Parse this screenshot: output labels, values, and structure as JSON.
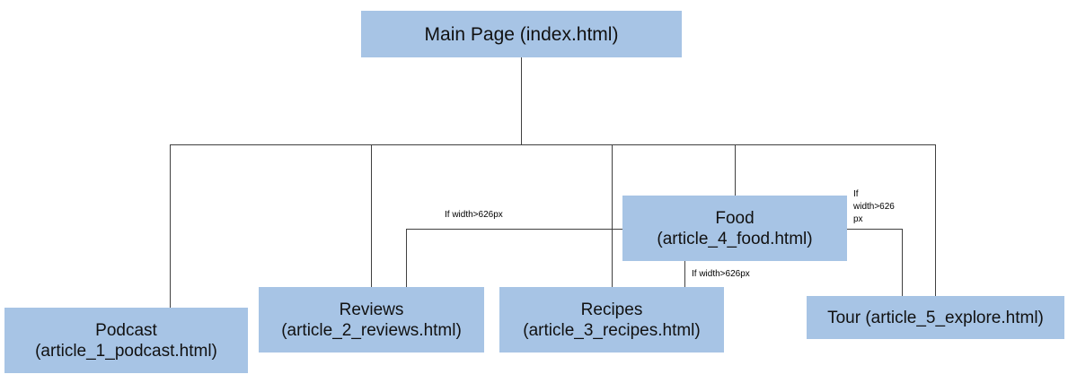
{
  "colors": {
    "node_fill": "#a7c4e5",
    "connector": "#404040",
    "text": "#111111"
  },
  "nodes": {
    "main": {
      "label": "Main Page (index.html)"
    },
    "podcast": {
      "title": "Podcast",
      "file": "(article_1_podcast.html)"
    },
    "reviews": {
      "title": "Reviews",
      "file": "(article_2_reviews.html)"
    },
    "recipes": {
      "title": "Recipes",
      "file": "(article_3_recipes.html)"
    },
    "food": {
      "title": "Food",
      "file": "(article_4_food.html)"
    },
    "tour": {
      "label": "Tour (article_5_explore.html)"
    }
  },
  "edge_labels": {
    "food_to_reviews": "If width>626px",
    "food_to_recipes": "If width>626px",
    "food_to_tour": [
      "If",
      "width>626",
      "px"
    ]
  }
}
